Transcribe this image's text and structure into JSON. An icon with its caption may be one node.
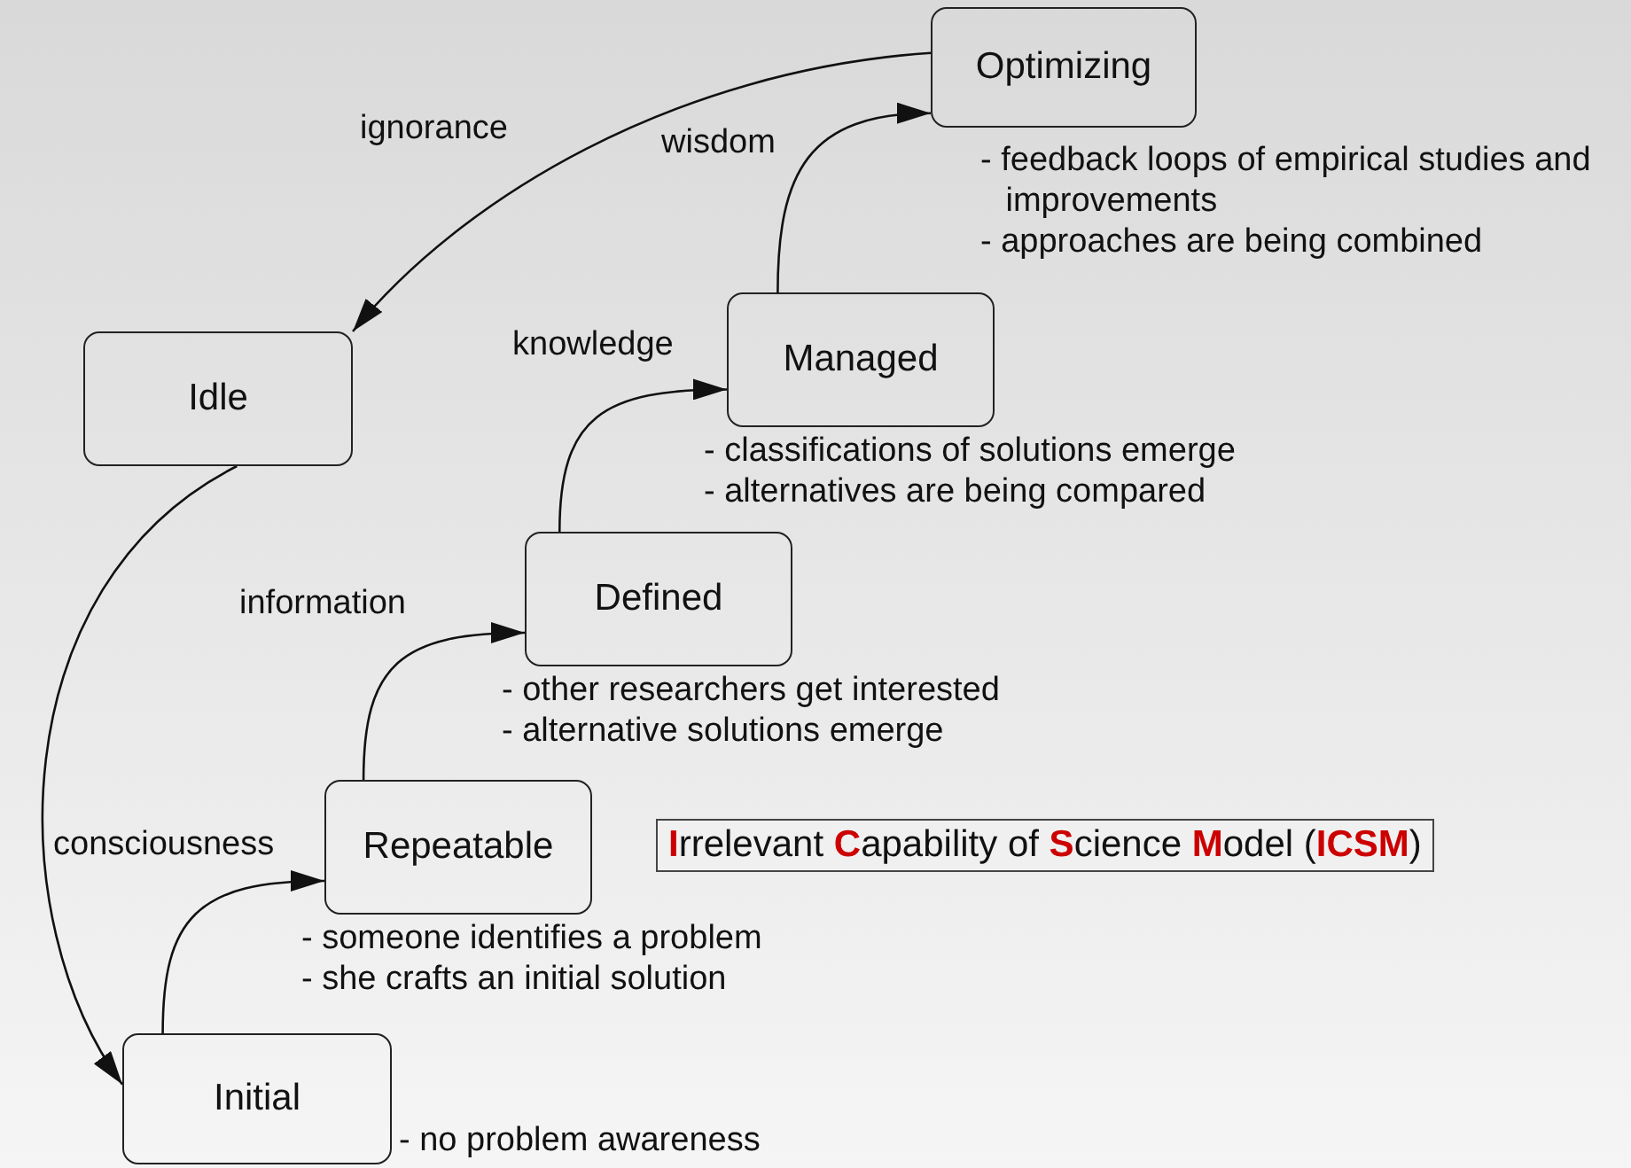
{
  "diagram": {
    "nodes": [
      {
        "text": [
          "Optimizing"
        ],
        "beside": [
          "- feedback loops of empirical studies and improvements",
          "- approaches are being combined"
        ]
      },
      {
        "text": [
          "Idle"
        ]
      },
      {
        "text": [
          "Managed"
        ],
        "beside": [
          "- classifications of solutions emerge",
          "- alternatives are being compared"
        ]
      },
      {
        "text": [
          "Defined"
        ],
        "beside": [
          "- other researchers get interested",
          "- alternative solutions emerge"
        ]
      },
      {
        "text": [
          "Repeatable"
        ],
        "beside": [
          "- someone identifies a problem",
          "- she crafts an initial solution"
        ]
      },
      {
        "text": [
          "Initial"
        ],
        "beside": [
          "- no problem awareness"
        ]
      },
      {
        "text": [
          "**I**rrelevant **C**apability of **S**cience **M**odel (**ICSM**)"
        ]
      }
    ],
    "edges": [
      {
        "from": 0,
        "to": 1,
        "arrow": "to",
        "label": "ignorance"
      },
      {
        "from": 1,
        "to": 5,
        "arrow": "to"
      },
      {
        "from": 5,
        "to": 4,
        "arrow": "to",
        "label": "consciousness"
      },
      {
        "from": 4,
        "to": 3,
        "arrow": "to",
        "label": "information"
      },
      {
        "from": 3,
        "to": 2,
        "arrow": "to",
        "label": "knowledge"
      },
      {
        "from": 2,
        "to": 0,
        "arrow": "to",
        "label": "wisdom"
      }
    ]
  }
}
